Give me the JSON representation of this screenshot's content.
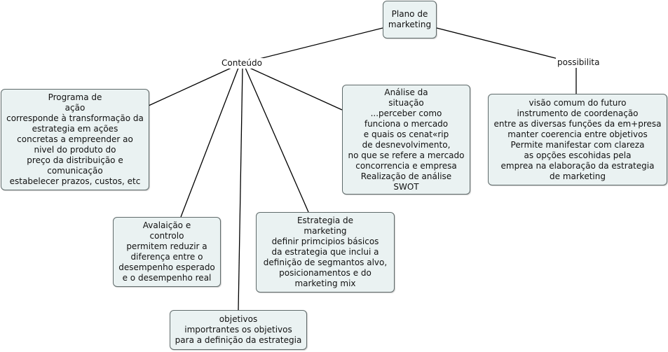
{
  "nodes": {
    "plano": "Plano de\nmarketing",
    "programa": "Programa de\nação\ncorresponde à transformação da\nestrategia em ações\nconcretas a empreender ao\nnivel do produto do\npreço da distribuição e\ncomunicação\nestabelecer prazos, custos, etc",
    "analise": "Análise da\nsituação\n...perceber como\nfunciona o mercado\ne quais  os cenat«rip\nde desnevolvimento,\nno que se refere a mercado\nconcorrencia e empresa\nRealização de análise\nSWOT",
    "visao": "visão comum do futuro\ninstrumento de coordenação\nentre as diversas funções da em+presa\nmanter coerencia entre objetivos\nPermite manifestar com clareza\nas opções escohidas pela\nemprea na elaboração da estrategia\nde marketing",
    "avaliacao": "Avalaição e\ncontrolo\npermitem reduzir a\ndiferença entre o\ndesempenho esperado\ne o desempenho real",
    "estrategia": "Estrategia de\nmarketing\ndefinir primcipios  básicos\nda estrategia que inclui a\ndefinição  de segmantos alvo,\nposicionamentos e do\nmarketing mix",
    "objetivos": "objetivos\nimportrantes os objetivos\npara a definição da estrategia"
  },
  "labels": {
    "conteudo": "Conteúdo",
    "possibilita": "possibilita"
  },
  "colors": {
    "node_fill": "#eaf2f2",
    "node_border": "#5f6a6a",
    "line": "#000000"
  }
}
